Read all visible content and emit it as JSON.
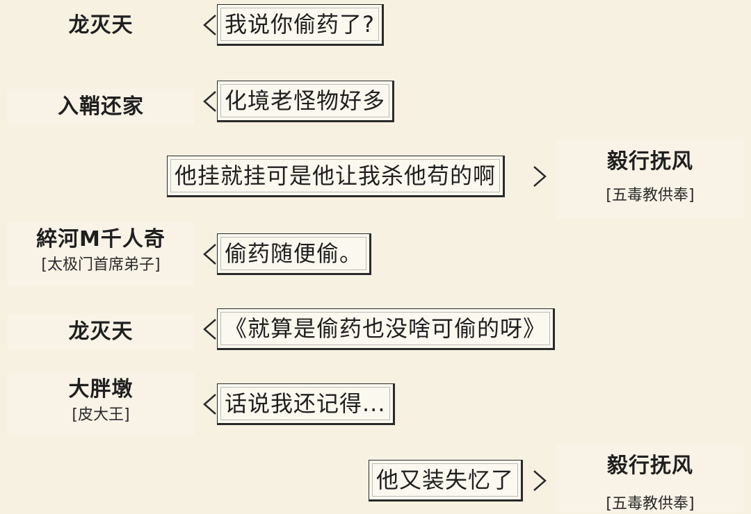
{
  "messages": [
    {
      "name": "龙灭天",
      "title": "",
      "text": "我说你偷药了?",
      "side": "left"
    },
    {
      "name": "入鞘还家",
      "title": "",
      "text": "化境老怪物好多",
      "side": "left"
    },
    {
      "name": "毅行抚风",
      "title": "[五毒教供奉]",
      "text": "他挂就挂可是他让我杀他苟的啊",
      "side": "right"
    },
    {
      "name": "綷河M千人奇",
      "title": "[太极门首席弟子]",
      "text": "偷药随便偷。",
      "side": "left"
    },
    {
      "name": "龙灭天",
      "title": "",
      "text": "《就算是偷药也没啥可偷的呀》",
      "side": "left"
    },
    {
      "name": "大胖墩",
      "title": "[皮大王]",
      "text": "话说我还记得...",
      "side": "left"
    },
    {
      "name": "毅行抚风",
      "title": "[五毒教供奉]",
      "text": "他又装失忆了",
      "side": "right"
    }
  ],
  "icons": {
    "left_pointer": "chevron-left-icon",
    "right_pointer": "chevron-right-icon"
  },
  "colors": {
    "background": "#f7f1e1",
    "bubble_border": "#2a2a2a",
    "bubble_fill": "#fbf8f0",
    "text": "#1f1f1f"
  }
}
